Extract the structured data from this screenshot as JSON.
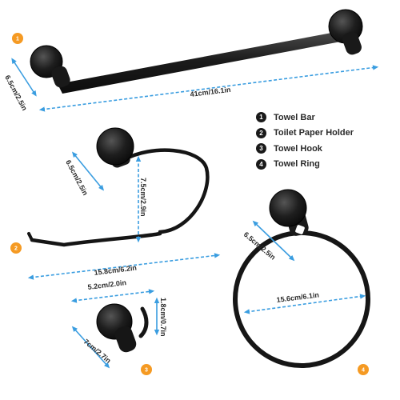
{
  "colors": {
    "metal": "#1b1b1b",
    "dimension_line": "#3a9de0",
    "badge": "#f59a23",
    "text": "#2b2b2b"
  },
  "products": [
    {
      "badge": "1",
      "name": "Towel Bar",
      "dims": {
        "length": "41cm/16.1in",
        "base": "6.5cm/2.5in"
      }
    },
    {
      "badge": "2",
      "name": "Toilet Paper Holder",
      "dims": {
        "length": "15.8cm/6.2in",
        "height": "7.5cm/2.9in",
        "base": "6.5cm/2.5in"
      }
    },
    {
      "badge": "3",
      "name": "Towel Hook",
      "dims": {
        "base": "5.2cm/2.0in",
        "depth": "1.8cm/0.7in",
        "length": "7cm/2.7in"
      }
    },
    {
      "badge": "4",
      "name": "Towel Ring",
      "dims": {
        "diameter": "15.6cm/6.1in",
        "base": "6.5cm/2.5in"
      }
    }
  ],
  "legend": [
    {
      "num": "1",
      "label": "Towel Bar"
    },
    {
      "num": "2",
      "label": "Toilet Paper Holder"
    },
    {
      "num": "3",
      "label": "Towel Hook"
    },
    {
      "num": "4",
      "label": "Towel Ring"
    }
  ]
}
